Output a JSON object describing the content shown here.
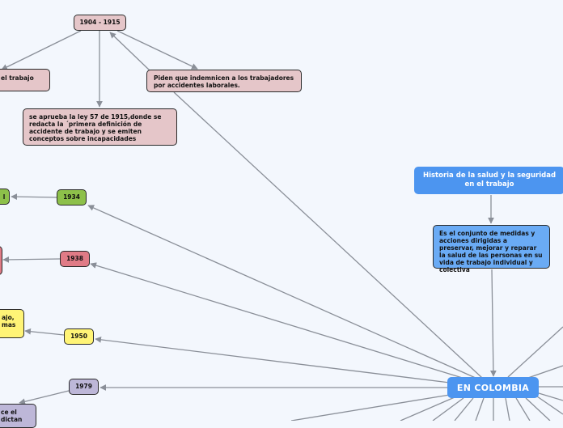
{
  "nodes": {
    "y1904": "1904 - 1915",
    "trabajo_partial": "el trabajo",
    "pideN": "Piden que indemnicen a los trabajadores por accidentes laborales.",
    "ley57": "se aprueba la ley 57 de 1915,donde se redacta la ´primera definición de accidente de trabajo y se emiten conceptos sobre incapacidades",
    "y1934": "1934",
    "y1934_partial": "l",
    "y1938": "1938",
    "y1950": "1950",
    "y1950_partial": "ajo,\nmas",
    "y1979": "1979",
    "y1979_partial": "ce el\ndictan",
    "historia": "Historia de la salud y la seguridad en el trabajo",
    "definicion": "Es el conjunto de medidas y acciones dirigidas a preservar, mejorar y reparar la salud de las personas en su vida de trabajo individual y colectiva",
    "colombia": "EN COLOMBIA"
  },
  "colors": {
    "pink": "#e5c6c9",
    "green": "#8dc04a",
    "red": "#e07b86",
    "yellow": "#fff476",
    "lavender": "#bdb7d8",
    "blue": "#4c95f0",
    "connector": "#8a8f98"
  }
}
